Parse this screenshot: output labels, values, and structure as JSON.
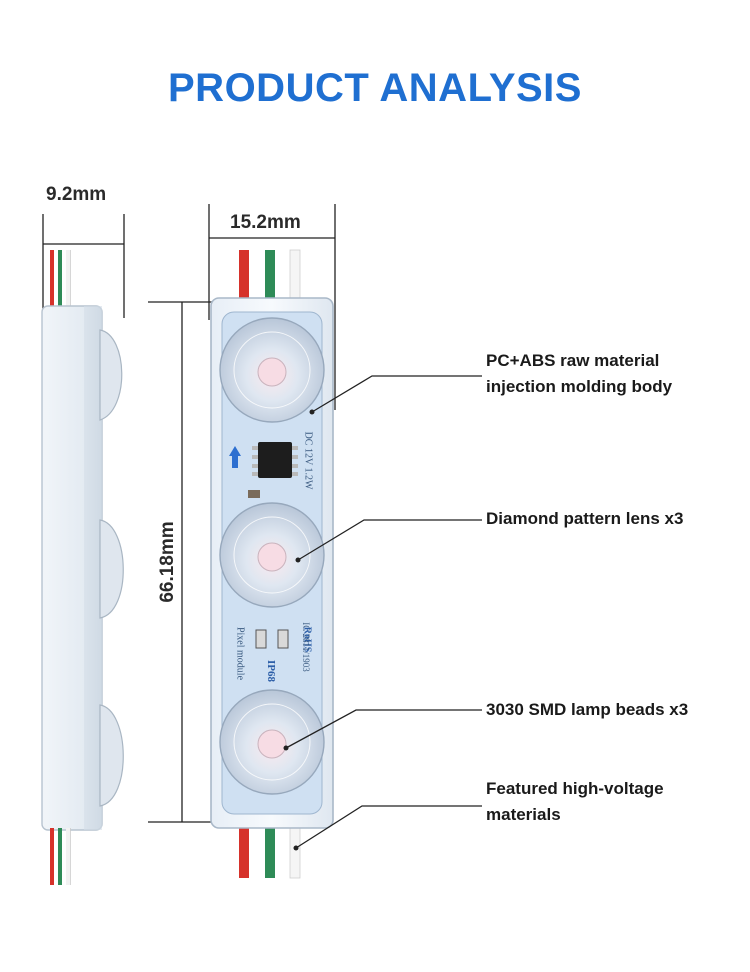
{
  "title": "PRODUCT ANALYSIS",
  "dimensions": {
    "depth": "9.2mm",
    "width": "15.2mm",
    "length": "66.18mm"
  },
  "board_markings": {
    "voltage": "DC 12V 1.2W",
    "type": "Pixel module",
    "rating": "IP68",
    "cert": "RoHS",
    "ic": "IC 2811/1903"
  },
  "callouts": [
    {
      "line1": "PC+ABS raw material",
      "line2": "injection molding body"
    },
    {
      "line1": "Diamond pattern lens x3",
      "line2": ""
    },
    {
      "line1": "3030 SMD lamp beads x3",
      "line2": ""
    },
    {
      "line1": "Featured high-voltage",
      "line2": "materials"
    }
  ],
  "colors": {
    "title": "#1f6fd1",
    "wire_red": "#d6322b",
    "wire_green": "#2e8b57",
    "wire_white": "#f2f2f2",
    "pcb_blue": "#cfe0f2"
  }
}
